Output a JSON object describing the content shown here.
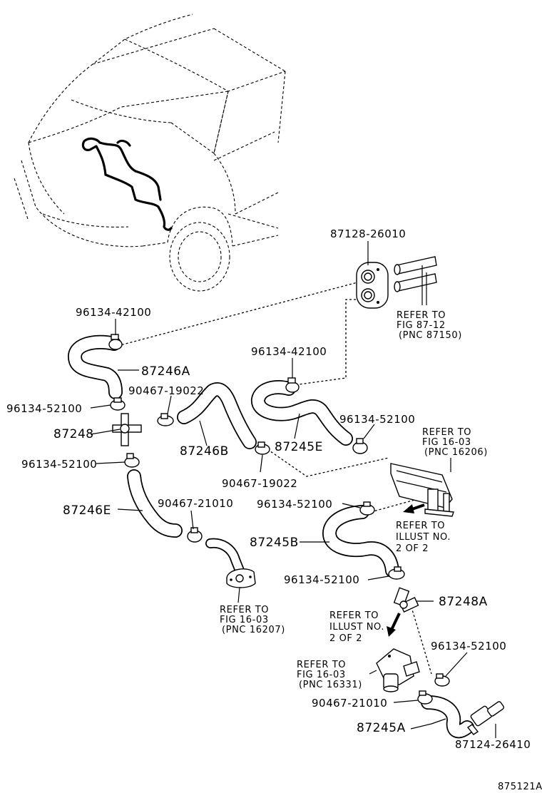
{
  "diagram": {
    "figure_code": "875121A",
    "labels": {
      "p87128_26010": "87128-26010",
      "refer_87_12_line1": "REFER TO",
      "refer_87_12_line2": "FIG 87-12",
      "refer_87_12_line3": "(PNC 87150)",
      "p96134_42100_a": "96134-42100",
      "p87246A": "87246A",
      "p96134_42100_b": "96134-42100",
      "p90467_19022_a": "90467-19022",
      "p96134_52100_a": "96134-52100",
      "p96134_52100_b": "96134-52100",
      "p87248": "87248",
      "p87246B": "87246B",
      "p87245E": "87245E",
      "refer_16_03a_line1": "REFER TO",
      "refer_16_03a_line2": "FIG 16-03",
      "refer_16_03a_line3": "(PNC 16206)",
      "p96134_52100_c": "96134-52100",
      "p90467_19022_b": "90467-19022",
      "p87246E": "87246E",
      "p90467_21010_a": "90467-21010",
      "p96134_52100_d": "96134-52100",
      "refer_illust_a_line1": "REFER TO",
      "refer_illust_a_line2": "ILLUST NO.",
      "refer_illust_a_line3": "2 OF 2",
      "p87245B": "87245B",
      "p96134_52100_e": "96134-52100",
      "p87248A": "87248A",
      "refer_16207_line1": "REFER TO",
      "refer_16207_line2": "FIG 16-03",
      "refer_16207_line3": "(PNC 16207)",
      "refer_illust_b_line1": "REFER TO",
      "refer_illust_b_line2": "ILLUST NO.",
      "refer_illust_b_line3": "2 OF 2",
      "p96134_52100_f": "96134-52100",
      "refer_16331_line1": "REFER TO",
      "refer_16331_line2": "FIG 16-03",
      "refer_16331_line3": "(PNC 16331)",
      "p90467_21010_b": "90467-21010",
      "p87245A": "87245A",
      "p87124_26410": "87124-26410"
    }
  }
}
